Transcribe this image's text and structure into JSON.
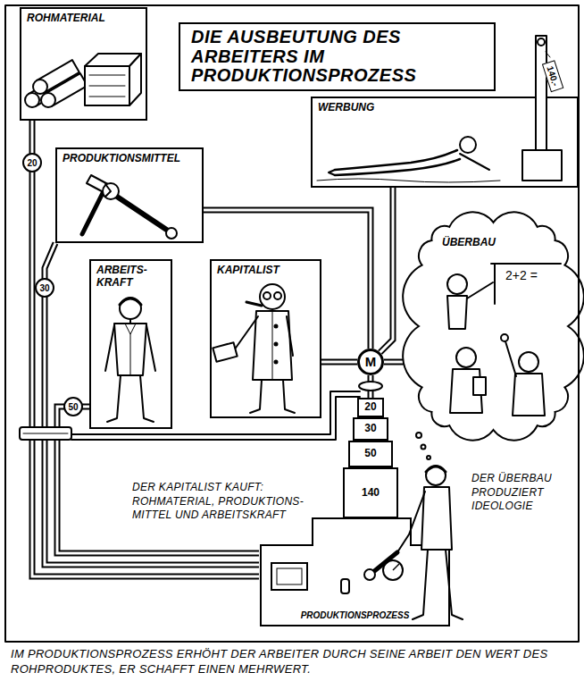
{
  "diagram": {
    "title": "DIE AUSBEUTUNG DES ARBEITERS IM PRODUKTIONSPROZESS",
    "caption": "IM PRODUKTIONSPROZESS ERHÖHT DER ARBEITER DURCH SEINE ARBEIT DEN WERT DES ROHPRODUKTES, ER SCHAFFT EINEN MEHRWERT.",
    "nodes": [
      {
        "text": [
          "ROHMATERIAL"
        ]
      },
      {
        "text": [
          "WERBUNG"
        ]
      },
      {
        "text": [
          "PRODUKTIONSMITTEL"
        ]
      },
      {
        "text": [
          "ÜBERBAU"
        ]
      },
      {
        "text": [
          "ARBEITS- KRAFT"
        ]
      },
      {
        "text": [
          "KAPITALIST"
        ]
      },
      {
        "text": [
          "M"
        ]
      },
      {
        "text": [
          "20"
        ]
      },
      {
        "text": [
          "30"
        ]
      },
      {
        "text": [
          "50"
        ]
      },
      {
        "text": [
          "140"
        ]
      },
      {
        "text": [
          "PRODUKTIONSPROZESS"
        ]
      }
    ],
    "edges": [
      {
        "from": 0,
        "to": 11,
        "label": "20",
        "arrow": "none"
      },
      {
        "from": 2,
        "to": 11,
        "label": "30",
        "arrow": "none"
      },
      {
        "from": 4,
        "to": 11,
        "label": "50",
        "arrow": "none"
      },
      {
        "from": 2,
        "to": 6,
        "arrow": "none"
      },
      {
        "from": 1,
        "to": 6,
        "arrow": "none"
      },
      {
        "from": 5,
        "to": 6,
        "arrow": "none"
      },
      {
        "from": 3,
        "to": 6,
        "arrow": "none"
      },
      {
        "from": 6,
        "to": 7,
        "arrow": "none"
      }
    ],
    "labels": [
      "140.-",
      "2+2 =",
      "DER KAPITALIST KAUFT: ROHMATERIAL, PRODUKTIONS- MITTEL UND ARBEITSKRAFT",
      "DER ÜBERBAU PRODUZIERT IDEOLOGIE"
    ]
  }
}
